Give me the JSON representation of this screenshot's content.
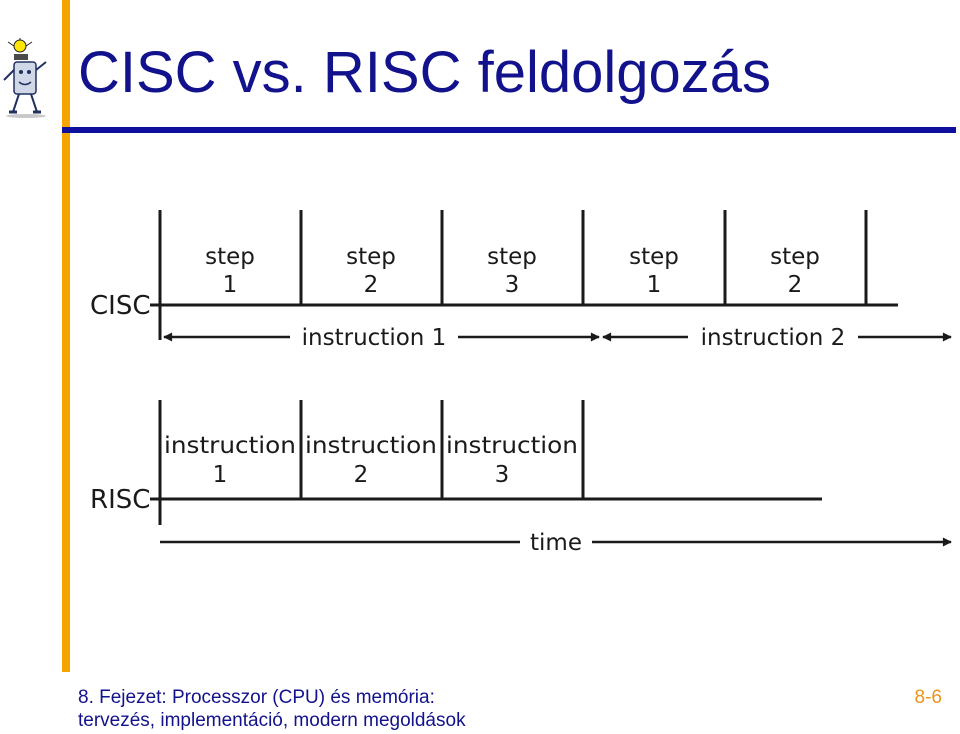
{
  "slide": {
    "title": "CISC vs. RISC feldolgozás",
    "footer_line1": "8. Fejezet: Processzor (CPU) és memória:",
    "footer_line2": "tervezés, implementáció, modern megoldások",
    "page_number": "8-6",
    "accent_colors": {
      "title": "#12128c",
      "rule": "#0f0f9e",
      "side_bar": "#f5a400",
      "page_number": "#e6961a"
    }
  },
  "diagram": {
    "cisc_label": "CISC",
    "risc_label": "RISC",
    "cisc_steps": [
      {
        "word": "step",
        "num": "1"
      },
      {
        "word": "step",
        "num": "2"
      },
      {
        "word": "step",
        "num": "3"
      },
      {
        "word": "step",
        "num": "1"
      },
      {
        "word": "step",
        "num": "2"
      }
    ],
    "cisc_instructions": [
      "instruction 1",
      "instruction 2"
    ],
    "risc_steps": [
      {
        "word": "instruction",
        "num": "1"
      },
      {
        "word": "instruction",
        "num": "2"
      },
      {
        "word": "instruction",
        "num": "3"
      }
    ],
    "time_label": "time"
  }
}
